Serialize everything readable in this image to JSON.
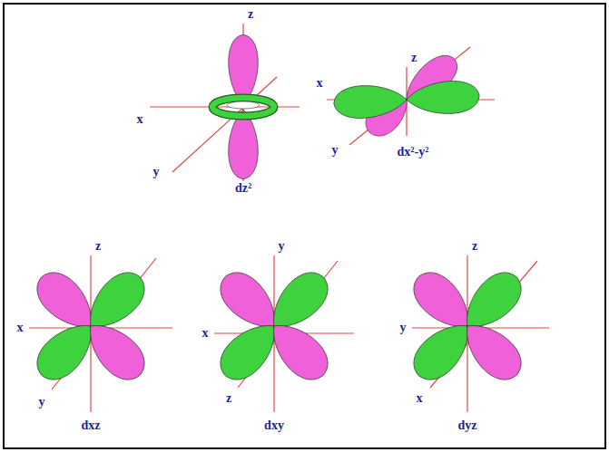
{
  "diagram": {
    "labels": [
      "z",
      "x",
      "y",
      "dz²",
      "z",
      "x",
      "y",
      "dx²-y²",
      "z",
      "x",
      "y",
      "dxz",
      "y",
      "x",
      "z",
      "dxy",
      "z",
      "y",
      "x",
      "dyz"
    ]
  }
}
